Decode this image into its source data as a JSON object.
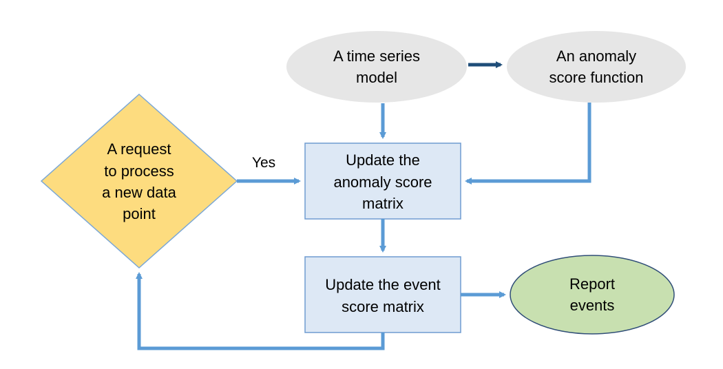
{
  "nodes": {
    "time_series_model": {
      "line1": "A time series",
      "line2": "model"
    },
    "anomaly_score_function": {
      "line1": "An anomaly",
      "line2": "score function"
    },
    "request_decision": {
      "line1": "A request",
      "line2": "to process",
      "line3": "a new data",
      "line4": "point"
    },
    "update_anomaly_matrix": {
      "line1": "Update the",
      "line2": "anomaly score",
      "line3": "matrix"
    },
    "update_event_matrix": {
      "line1": "Update the event",
      "line2": "score matrix"
    },
    "report_events": {
      "line1": "Report",
      "line2": "events"
    }
  },
  "edges": {
    "yes_label": "Yes"
  },
  "colors": {
    "ellipse_gray": "#e6e6e6",
    "diamond_fill": "#fddc7f",
    "diamond_stroke": "#7aa7d6",
    "box_fill": "#dde8f5",
    "box_stroke": "#6e9bd0",
    "report_fill": "#c8e0b0",
    "report_stroke": "#2f4d77",
    "arrow_light": "#5b9bd5",
    "arrow_dark": "#1f4e79"
  }
}
